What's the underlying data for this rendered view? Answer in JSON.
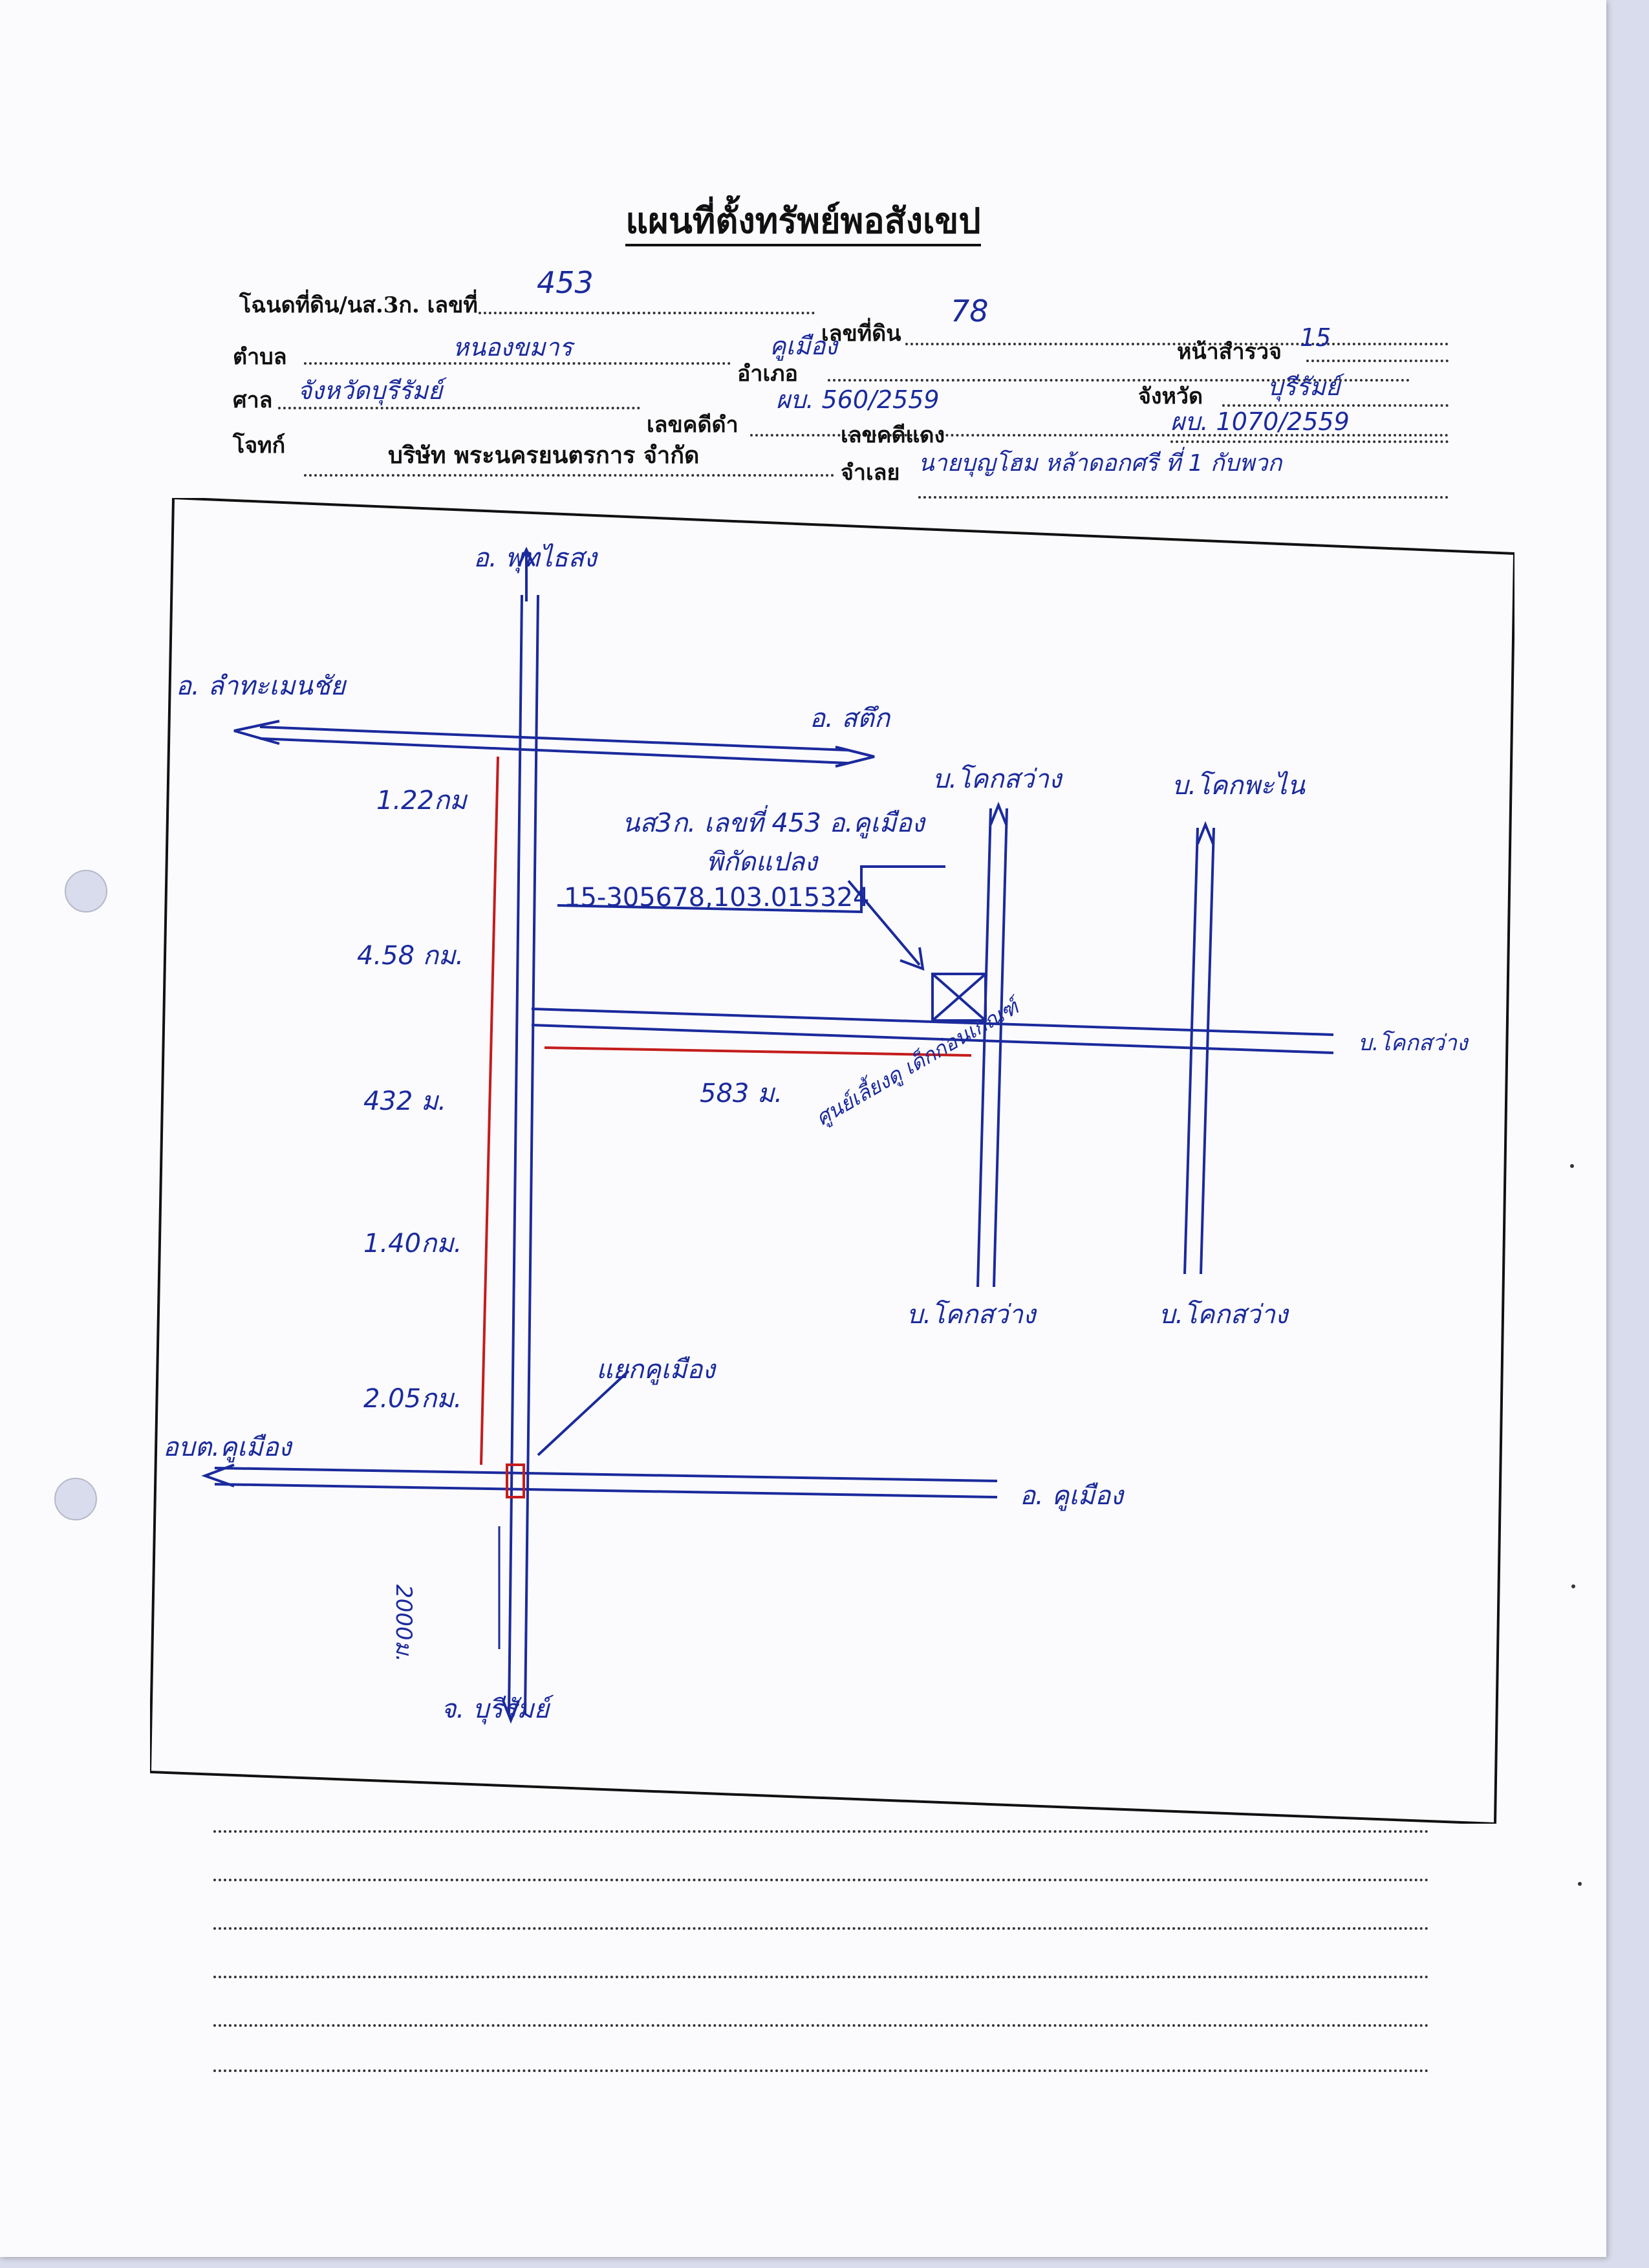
{
  "title": "แผนที่ตั้งทรัพย์พอสังเขป",
  "form": {
    "deed_label": "โฉนดที่ดิน/นส.3ก. เลขที่",
    "deed_value": "453",
    "land_no_label": "เลขที่ดิน",
    "land_no_value": "78",
    "tambon_label": "ตำบล",
    "tambon_value": "หนองขมาร",
    "amphoe_label": "อำเภอ",
    "amphoe_value": "คูเมือง",
    "survey_page_label": "หน้าสำรวจ",
    "survey_page_value": "15",
    "court_label": "ศาล",
    "court_value": "จังหวัดบุรีรัมย์",
    "black_case_label": "เลขคดีดำ",
    "black_case_value": "ผบ. 560/2559",
    "province_label": "จังหวัด",
    "province_value": "บุรีรัมย์",
    "plaintiff_label": "โจทก์",
    "plaintiff_value": "บริษัท พระนครยนตรการ จำกัด",
    "red_case_label": "เลขคดีแดง",
    "red_case_value": "ผบ. 1070/2559",
    "defendant_label": "จำเลย",
    "defendant_value": "นายบุญโฮม หล้าดอกศรี ที่ 1 กับพวก"
  },
  "map": {
    "north": "อ. พุทไธสง",
    "west_top": "อ. ลำทะเมนชัย",
    "east_top": "อ. สตึก",
    "lane1_top": "บ.โคกสว่าง",
    "lane2_top": "บ.โคกพะไน",
    "lane_right": "บ.โคกสว่าง",
    "lane1_bottom": "บ.โคกสว่าง",
    "lane2_bottom": "บ.โคกสว่าง",
    "deed_note_1": "นส3ก. เลขที่ 453 อ.คูเมือง",
    "deed_note_2": "พิกัดแปลง",
    "coords": "15-305678,103.015324",
    "dist_1": "1.22กม",
    "dist_2": "4.58 กม.",
    "dist_3": "432 ม.",
    "dist_4": "1.40กม.",
    "dist_5": "2.05กม.",
    "dist_side": "583 ม.",
    "landmark": "ศูนย์เลี้ยงดู เด็กก่อนเกณฑ์",
    "junction": "แยกคูเมือง",
    "west_bottom": "อบต.คูเมือง",
    "east_bottom": "อ. คูเมือง",
    "south_dist": "2000ม.",
    "south": "จ. บุรีรัมย์"
  },
  "colors": {
    "ink": "#1b2a9c",
    "red": "#c41c1c"
  }
}
